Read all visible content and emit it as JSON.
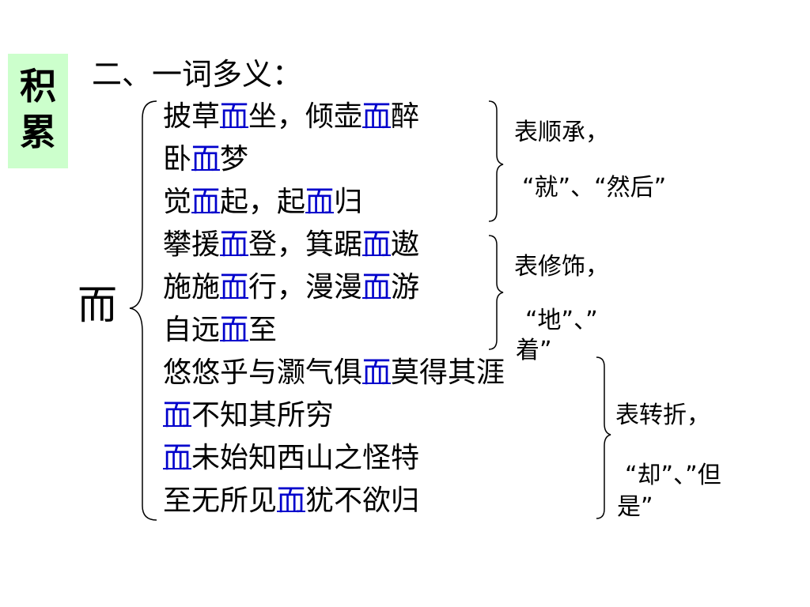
{
  "tag": {
    "chars": [
      "积",
      "累"
    ]
  },
  "heading": "二、一词多义：",
  "main_char": "而",
  "highlight_color": "#0000cc",
  "tag_color": "#ccffcc",
  "lines": [
    {
      "pre": "披草",
      "hl": "而",
      "mid": "坐，倾壶",
      "hl2": "而",
      "post": "醉"
    },
    {
      "pre": "卧",
      "hl": "而",
      "mid": "梦",
      "hl2": "",
      "post": ""
    },
    {
      "pre": "觉",
      "hl": "而",
      "mid": "起，起",
      "hl2": "而",
      "post": "归"
    },
    {
      "pre": "攀援",
      "hl": "而",
      "mid": "登，箕踞",
      "hl2": "而",
      "post": "遨"
    },
    {
      "pre": "施施",
      "hl": "而",
      "mid": "行，漫漫",
      "hl2": "而",
      "post": "游"
    },
    {
      "pre": "自远",
      "hl": "而",
      "mid": "至",
      "hl2": "",
      "post": ""
    },
    {
      "pre": "悠悠乎与灏气俱",
      "hl": "而",
      "mid": "莫得其涯",
      "hl2": "",
      "post": ""
    },
    {
      "pre": "",
      "hl": "而",
      "mid": "不知其所穷",
      "hl2": "",
      "post": ""
    },
    {
      "pre": "",
      "hl": "而",
      "mid": "未始知西山之怪特",
      "hl2": "",
      "post": ""
    },
    {
      "pre": "至无所见",
      "hl": "而",
      "mid": "犹不欲归",
      "hl2": "",
      "post": ""
    }
  ],
  "notes": {
    "succession_label": "表顺承，",
    "succession_words": "“就”、“然后”",
    "modifier_label": "表修饰，",
    "modifier_words_1": "“地”、”",
    "modifier_words_2": "着”",
    "turn_label": "表转折，",
    "turn_words_1": "“却”、”但",
    "turn_words_2": "是”"
  }
}
